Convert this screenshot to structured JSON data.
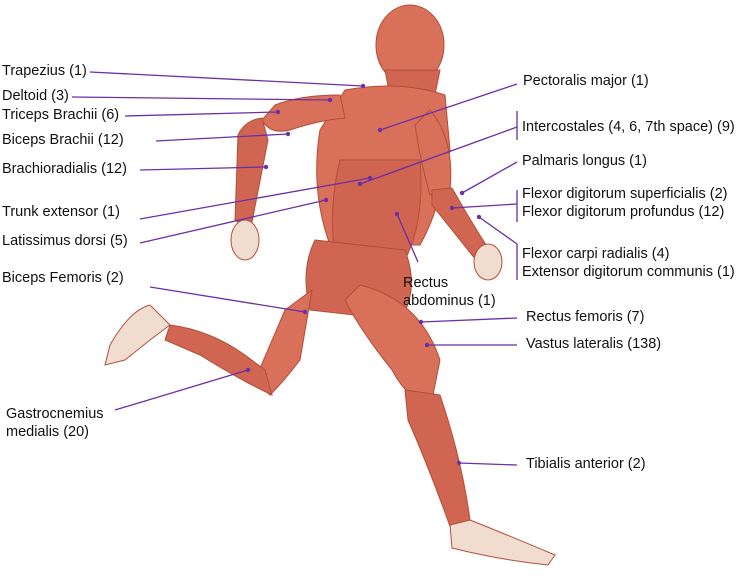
{
  "colors": {
    "leader_line": "#6b2fa6",
    "muscle": "#d9705a",
    "muscle_dark": "#b24e3b",
    "tendon": "#f1ddd0",
    "label_text": "#111111"
  },
  "labels": {
    "trapezius": "Trapezius (1)",
    "deltoid": "Deltoid (3)",
    "triceps": "Triceps Brachii (6)",
    "biceps_brachii": "Biceps Brachii (12)",
    "brachioradialis": "Brachioradialis (12)",
    "trunk_extensor": "Trunk extensor (1)",
    "latissimus": "Latissimus dorsi (5)",
    "biceps_femoris": "Biceps Femoris (2)",
    "gastrocnemius_1": "Gastrocnemius",
    "gastrocnemius_2": "medialis (20)",
    "pectoralis": "Pectoralis major (1)",
    "intercostales": "Intercostales (4, 6, 7th space) (9)",
    "palmaris": "Palmaris longus (1)",
    "flexor_superficialis": "Flexor digitorum superficialis (2)",
    "flexor_profundus": "Flexor digitorum profundus (12)",
    "flexor_carpi": "Flexor carpi radialis (4)",
    "extensor_digitorum": "Extensor digitorum communis (1)",
    "rectus_abdominus_1": "Rectus",
    "rectus_abdominus_2": "abdominus (1)",
    "rectus_femoris": "Rectus femoris (7)",
    "vastus_lateralis": "Vastus lateralis (138)",
    "tibialis": "Tibialis anterior (2)"
  }
}
